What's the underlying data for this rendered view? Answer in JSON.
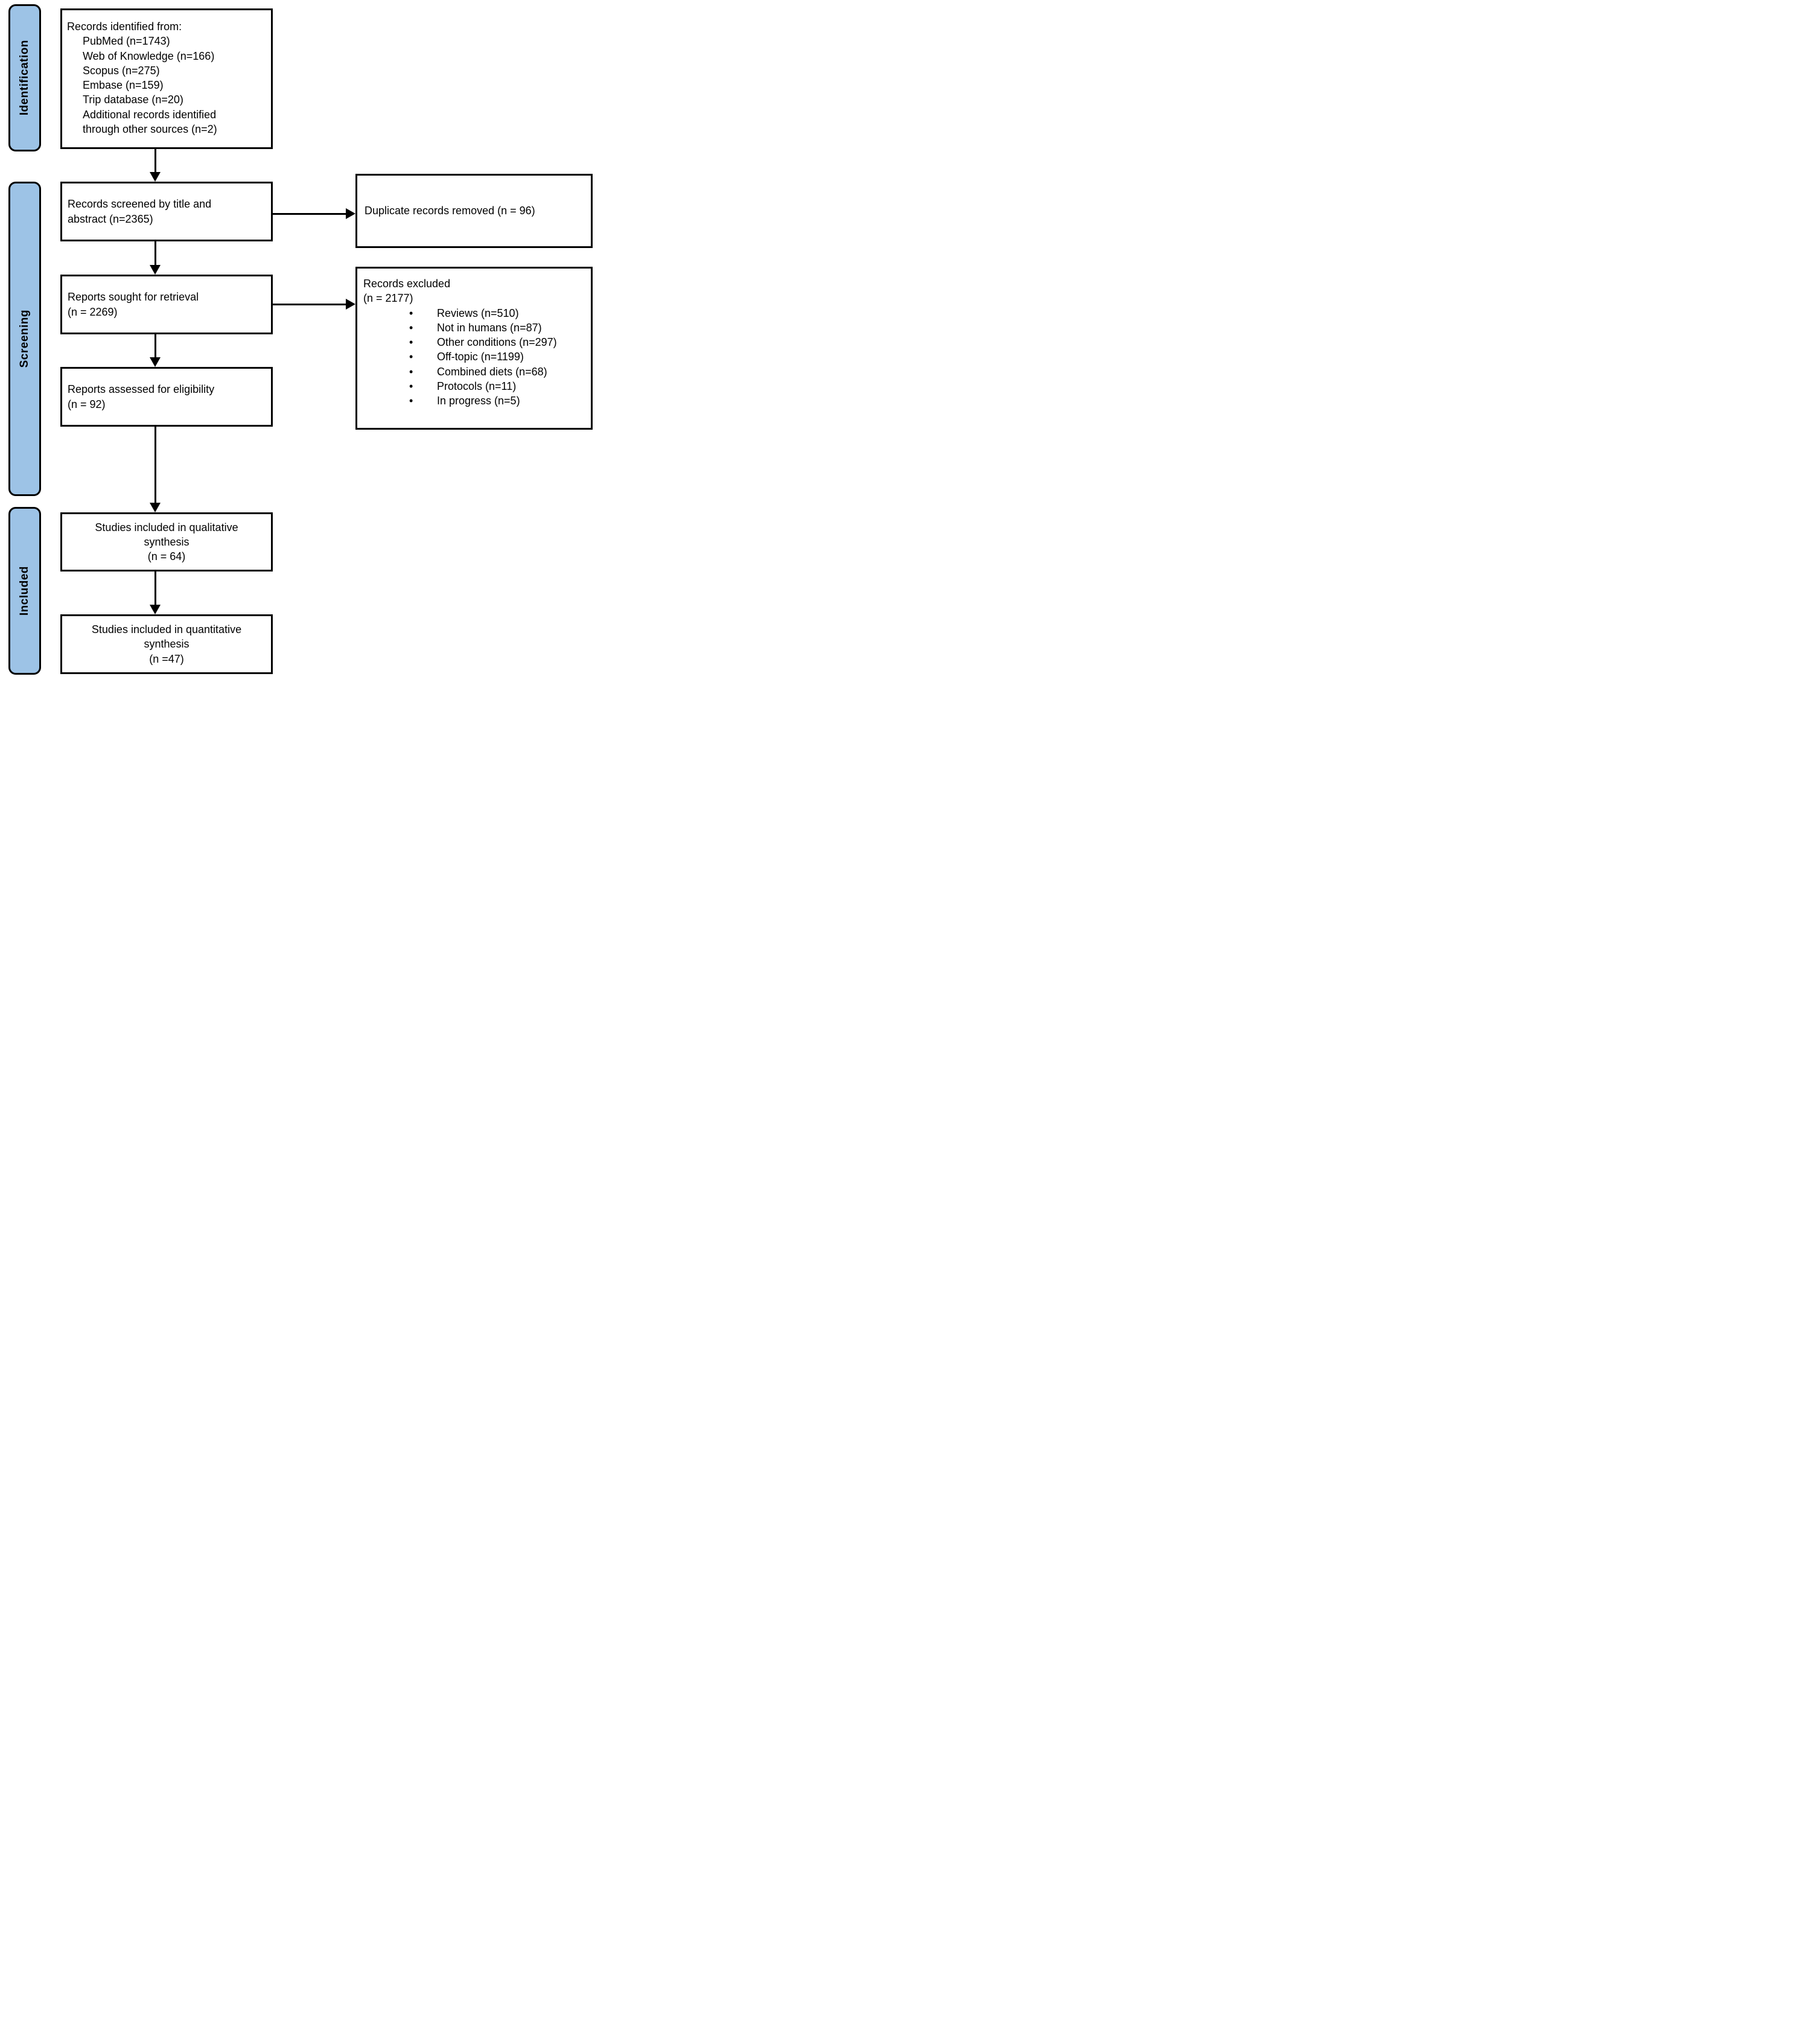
{
  "diagram": {
    "stages": {
      "identification": "Identification",
      "screening": "Screening",
      "included": "Included"
    },
    "boxes": {
      "identified": {
        "title": "Records identified from:",
        "sources": [
          "PubMed (n=1743)",
          "Web of Knowledge (n=166)",
          "Scopus (n=275)",
          "Embase (n=159)",
          "Trip database (n=20)",
          "Additional records identified",
          "through other sources (n=2)"
        ]
      },
      "screened": {
        "line1": "Records screened by title and",
        "line2": "abstract (n=2365)"
      },
      "duplicates": {
        "line1": "Duplicate records removed (n = 96)"
      },
      "sought": {
        "line1": "Reports sought for retrieval",
        "line2": "(n = 2269)"
      },
      "excluded": {
        "line1": "Records excluded",
        "line2": "(n = 2177)",
        "reasons": [
          "Reviews (n=510)",
          "Not in humans (n=87)",
          "Other conditions (n=297)",
          "Off-topic (n=1199)",
          "Combined diets (n=68)",
          "Protocols (n=11)",
          "In progress (n=5)"
        ],
        "bullet": "•"
      },
      "assessed": {
        "line1": "Reports assessed for eligibility",
        "line2": "(n = 92)"
      },
      "qualitative": {
        "line1": "Studies included in qualitative",
        "line2": "synthesis",
        "line3": "(n = 64)"
      },
      "quantitative": {
        "line1": "Studies included in quantitative",
        "line2": "synthesis",
        "line3": "(n =47)"
      }
    },
    "colors": {
      "stage_fill": "#9DC3E6",
      "box_border": "#000000"
    }
  }
}
